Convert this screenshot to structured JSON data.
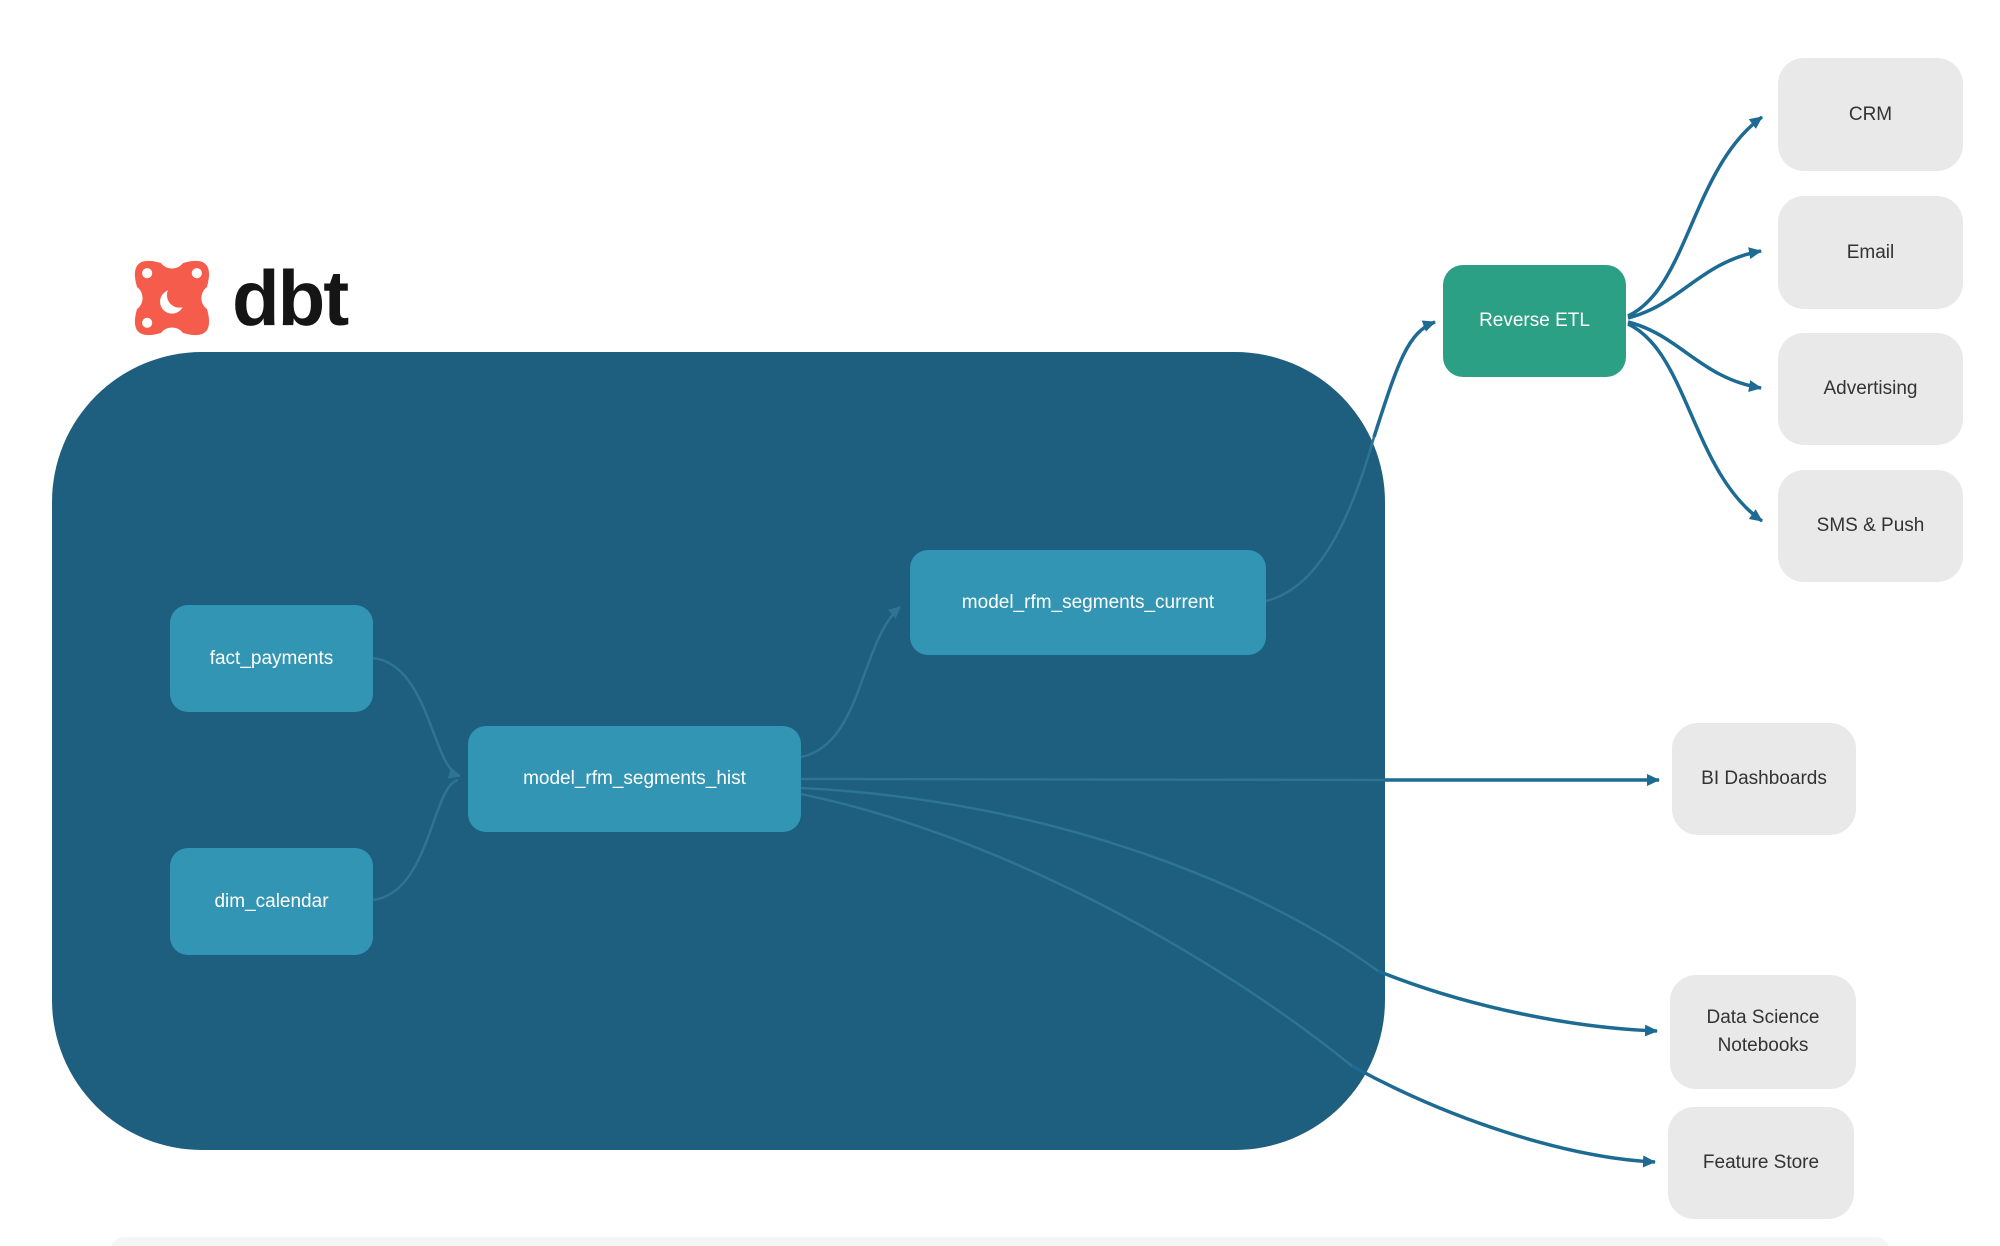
{
  "logo": {
    "brand": "dbt",
    "icon": "dbt-star-icon",
    "icon_color": "#F55C4C",
    "text_color": "#151515"
  },
  "colors": {
    "warehouse_container": "#1E5E7E",
    "model_node": "#3295B4",
    "reverse_etl_node": "#2CA085",
    "destination_node": "#E9E9E9",
    "edge_inside": "#2E7493",
    "edge_outside": "#1D6B93"
  },
  "diagram": {
    "warehouse_nodes": [
      {
        "id": "fact_payments",
        "label": "fact_payments"
      },
      {
        "id": "dim_calendar",
        "label": "dim_calendar"
      },
      {
        "id": "model_rfm_segments_hist",
        "label": "model_rfm_segments_hist"
      },
      {
        "id": "model_rfm_segments_current",
        "label": "model_rfm_segments_current"
      }
    ],
    "reverse_etl": {
      "label": "Reverse ETL"
    },
    "activation_destinations": [
      {
        "id": "crm",
        "label": "CRM"
      },
      {
        "id": "email",
        "label": "Email"
      },
      {
        "id": "advertising",
        "label": "Advertising"
      },
      {
        "id": "sms_push",
        "label": "SMS & Push"
      }
    ],
    "analytics_outputs": [
      {
        "id": "bi_dashboards",
        "label": "BI Dashboards"
      },
      {
        "id": "data_science_notebooks",
        "label": "Data Science Notebooks"
      },
      {
        "id": "feature_store",
        "label": "Feature Store"
      }
    ],
    "edges": [
      {
        "from": "fact_payments",
        "to": "model_rfm_segments_hist"
      },
      {
        "from": "dim_calendar",
        "to": "model_rfm_segments_hist"
      },
      {
        "from": "model_rfm_segments_hist",
        "to": "model_rfm_segments_current"
      },
      {
        "from": "model_rfm_segments_current",
        "to": "reverse_etl"
      },
      {
        "from": "reverse_etl",
        "to": "crm"
      },
      {
        "from": "reverse_etl",
        "to": "email"
      },
      {
        "from": "reverse_etl",
        "to": "advertising"
      },
      {
        "from": "reverse_etl",
        "to": "sms_push"
      },
      {
        "from": "model_rfm_segments_hist",
        "to": "bi_dashboards"
      },
      {
        "from": "model_rfm_segments_hist",
        "to": "data_science_notebooks"
      },
      {
        "from": "model_rfm_segments_hist",
        "to": "feature_store"
      }
    ]
  }
}
